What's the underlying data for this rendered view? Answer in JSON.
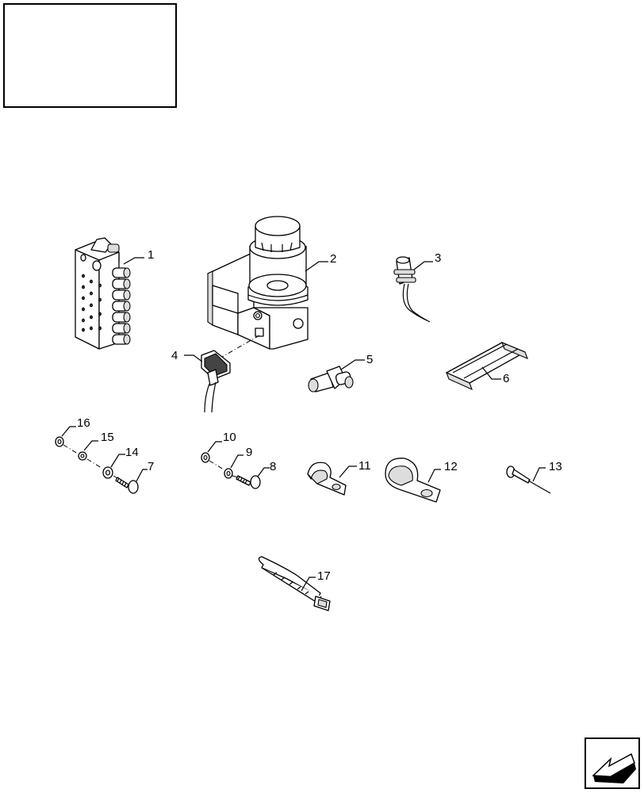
{
  "title_block": {
    "text": ""
  },
  "callouts": {
    "c1": "1",
    "c2": "2",
    "c3": "3",
    "c4": "4",
    "c5": "5",
    "c6": "6",
    "c7": "7",
    "c8": "8",
    "c9": "9",
    "c10": "10",
    "c11": "11",
    "c12": "12",
    "c13": "13",
    "c14": "14",
    "c15": "15",
    "c16": "16",
    "c17": "17"
  },
  "nav": {
    "icon": "previous-page-arrow-icon"
  }
}
